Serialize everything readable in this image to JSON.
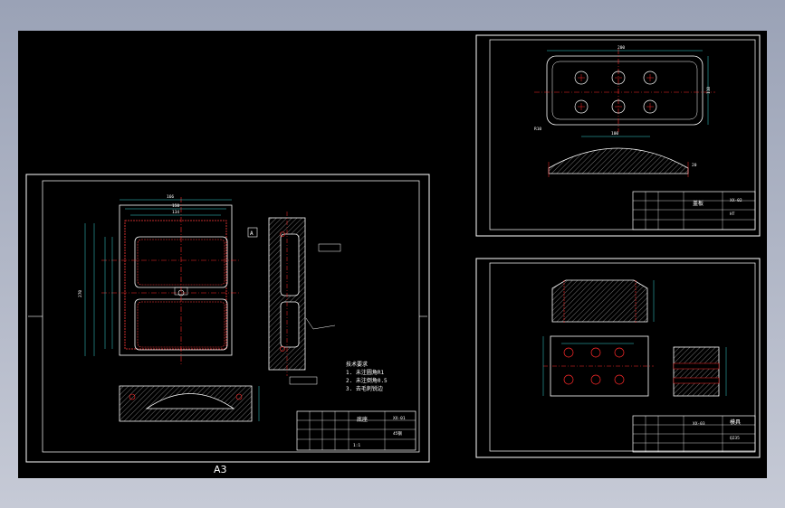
{
  "main_sheet": {
    "sheet_size": "A3",
    "notes": [
      "技术要求",
      "1. 未注圆角R1",
      "2. 未注倒角0.5",
      "3. 去毛刺锐边"
    ],
    "title_block": {
      "part_name": "底座",
      "code": "XX-01",
      "scale": "1:1",
      "material": "45钢"
    },
    "dims": {
      "width_top": "166",
      "inner_a": "150",
      "inner_b": "134",
      "height_left": "270",
      "label_a": "A"
    }
  },
  "sheet_top_right": {
    "dims": {
      "width": "200",
      "height": "110",
      "hole_spacing": "100",
      "radius": "R10",
      "depth": "20"
    },
    "title_block": {
      "part_name": "盖板",
      "code": "XX-02",
      "material": "HT"
    }
  },
  "sheet_bottom_right": {
    "title_block": {
      "part_name": "模具",
      "code": "XX-03",
      "material": "Q235"
    }
  },
  "colors": {
    "background_outer": "#a9afbf",
    "canvas": "#000000",
    "line": "#ffffff",
    "center": "#ff2a2a",
    "dim": "#36d7d7",
    "hatch": "#cfcfcf"
  }
}
